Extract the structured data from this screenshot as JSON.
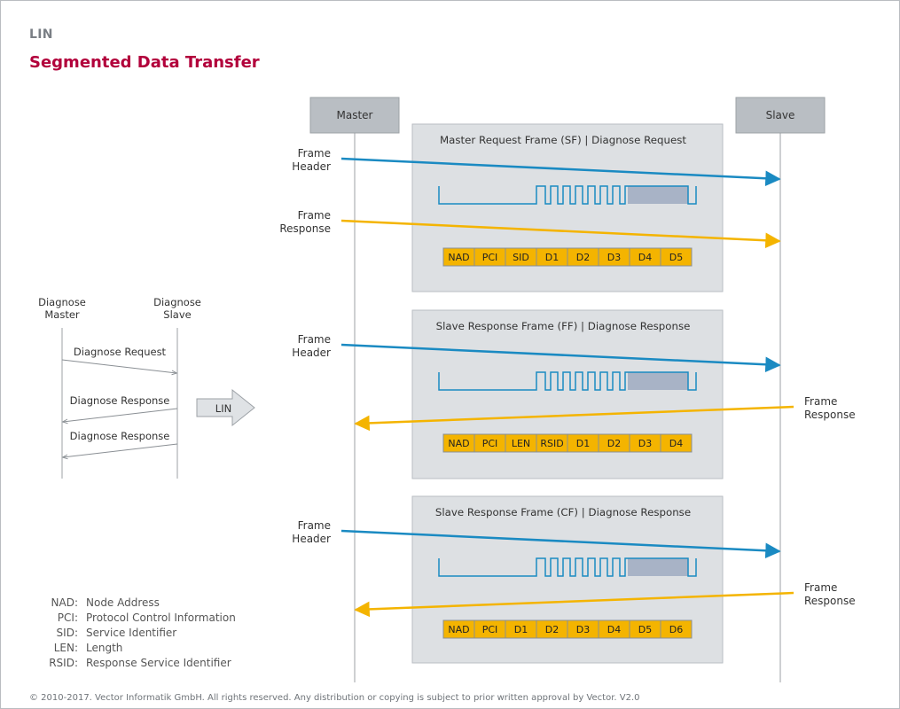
{
  "header": {
    "kicker": "LIN",
    "title": "Segmented Data Transfer"
  },
  "small_diagram": {
    "left_participant": [
      "Diagnose",
      "Master"
    ],
    "right_participant": [
      "Diagnose",
      "Slave"
    ],
    "messages": [
      "Diagnose Request",
      "Diagnose Response",
      "Diagnose Response"
    ],
    "arrow_label": "LIN"
  },
  "participants": {
    "master": "Master",
    "slave": "Slave"
  },
  "arrow_labels": {
    "frame_header": [
      "Frame",
      "Header"
    ],
    "frame_response": [
      "Frame",
      "Response"
    ]
  },
  "frames": [
    {
      "title": "Master Request Frame (SF) | Diagnose Request",
      "fields": [
        "NAD",
        "PCI",
        "SID",
        "D1",
        "D2",
        "D3",
        "D4",
        "D5"
      ]
    },
    {
      "title": "Slave Response Frame (FF) | Diagnose Response",
      "fields": [
        "NAD",
        "PCI",
        "LEN",
        "RSID",
        "D1",
        "D2",
        "D3",
        "D4"
      ]
    },
    {
      "title": "Slave Response Frame (CF) | Diagnose Response",
      "fields": [
        "NAD",
        "PCI",
        "D1",
        "D2",
        "D3",
        "D4",
        "D5",
        "D6"
      ]
    }
  ],
  "legend": [
    {
      "abbr": "NAD:",
      "text": "Node Address"
    },
    {
      "abbr": "PCI:",
      "text": "Protocol Control Information"
    },
    {
      "abbr": "SID:",
      "text": "Service Identifier"
    },
    {
      "abbr": "LEN:",
      "text": "Length"
    },
    {
      "abbr": "RSID:",
      "text": "Response Service Identifier"
    }
  ],
  "footer": "© 2010-2017. Vector Informatik GmbH. All rights reserved. Any distribution or copying is subject to prior written approval by Vector. V2.0",
  "colors": {
    "accent_red": "#b2003b",
    "header_arrow_blue": "#1a8ac2",
    "response_arrow_yellow": "#f4b400",
    "field_fill": "#f4b400",
    "frame_panel": "#dde0e3",
    "participant_box": "#b9bec3"
  }
}
